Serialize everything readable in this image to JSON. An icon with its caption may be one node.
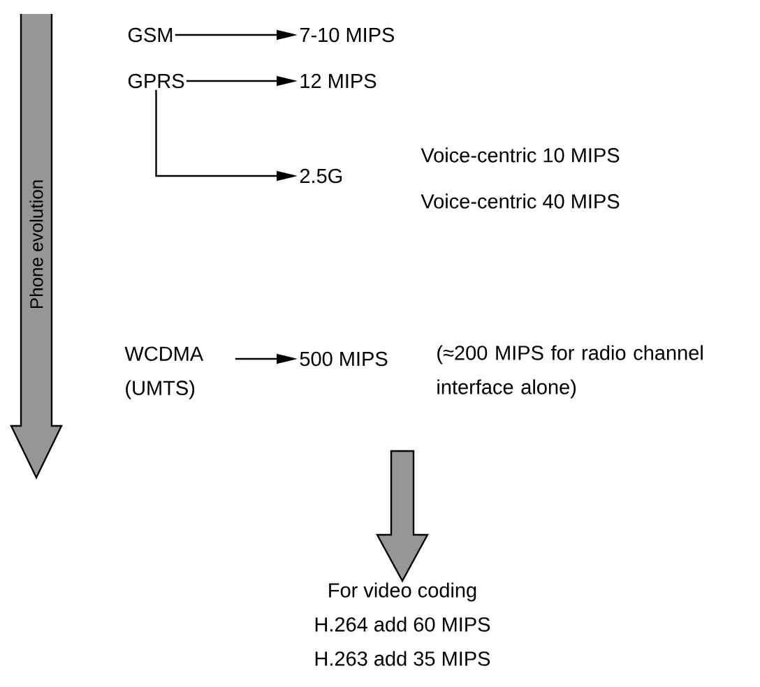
{
  "diagram": {
    "nodes": [
      {
        "text": [
          "GSM"
        ]
      },
      {
        "text": [
          "7-10 MIPS"
        ]
      },
      {
        "text": [
          "GPRS"
        ]
      },
      {
        "text": [
          "12 MIPS"
        ]
      },
      {
        "text": [
          "2.5G"
        ]
      },
      {
        "text": [
          "WCDMA (UMTS)"
        ]
      },
      {
        "text": [
          "500 MIPS"
        ]
      },
      {
        "text": [
          "For video coding",
          "H.264 add 60 MIPS",
          "H.263 add 35 MIPS"
        ]
      }
    ],
    "edges": [
      {
        "from": 0,
        "to": 1,
        "arrow": "to"
      },
      {
        "from": 2,
        "to": 3,
        "arrow": "to"
      },
      {
        "from": 2,
        "to": 4,
        "arrow": "to"
      },
      {
        "from": 5,
        "to": 6,
        "arrow": "to"
      },
      {
        "from": null,
        "to": 7,
        "arrow": "to",
        "style": "thick"
      }
    ],
    "labels": [
      "Phone evolution",
      "Voice-centric 10 MIPS",
      "Voice-centric 40 MIPS",
      "(≈200 MIPS for radio channel interface alone)"
    ]
  }
}
